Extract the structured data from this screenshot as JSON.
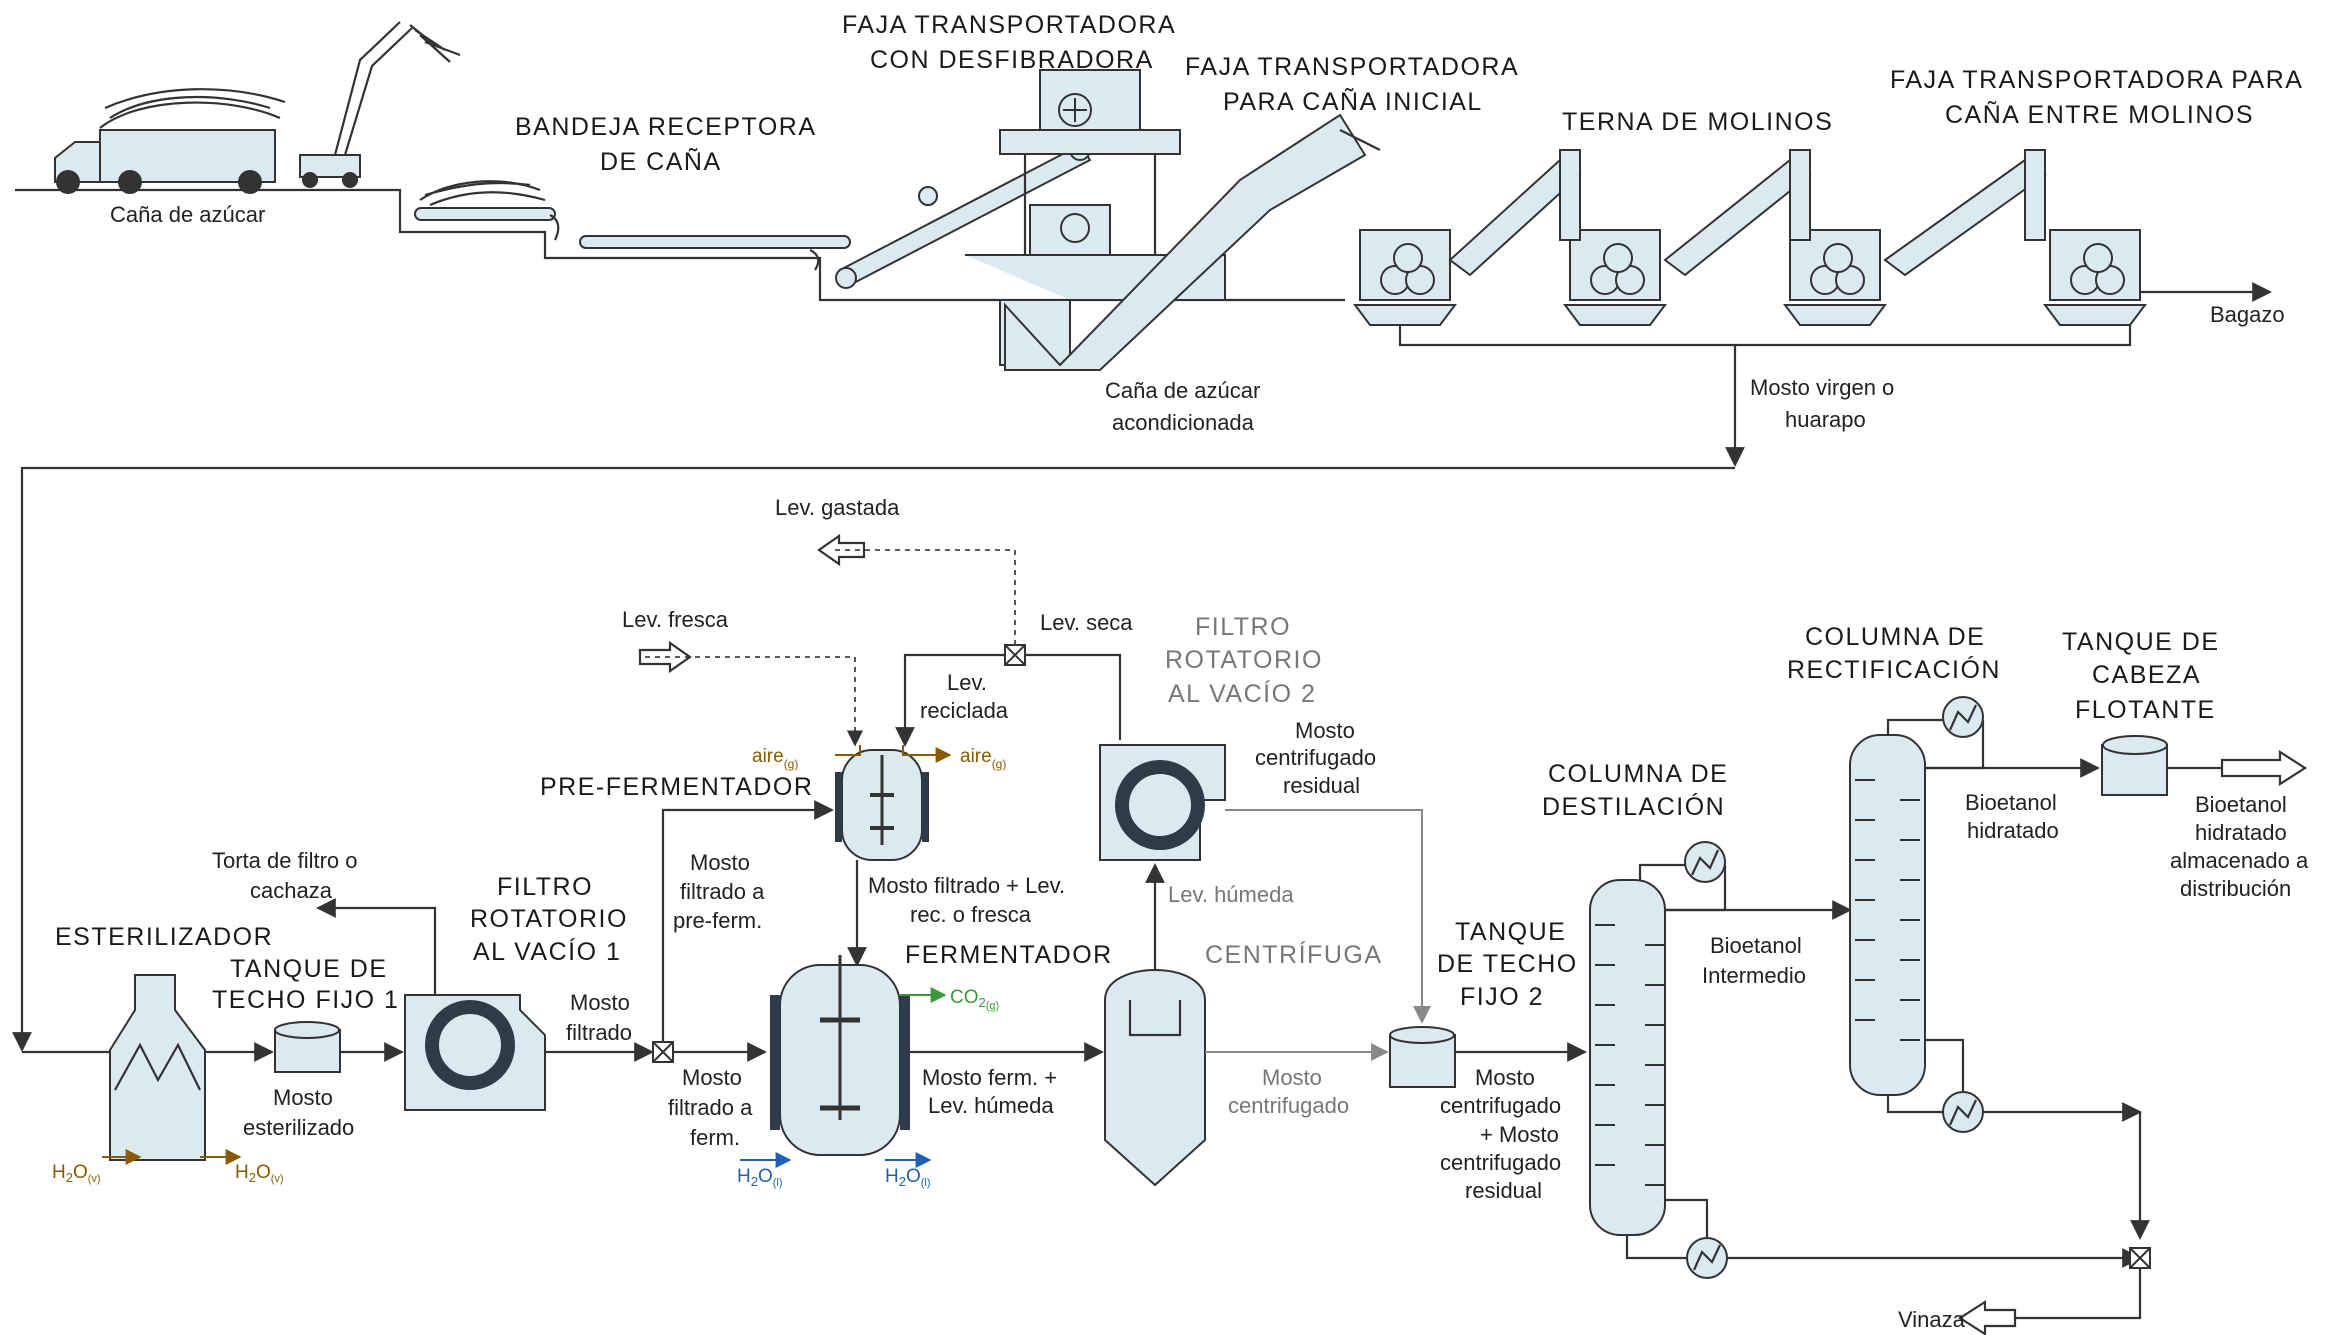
{
  "colors": {
    "equipment_fill": "#dbe9f1",
    "line": "#333333",
    "ring": "#2e3b48",
    "air_label": "#8a5a00",
    "water_in": "#1f5fb4",
    "co2_label": "#3a9a3a",
    "steam_label": "#8a5a00"
  },
  "top": {
    "cana_azucar": "Caña de azúcar",
    "bandeja_l1": "BANDEJA RECEPTORA",
    "bandeja_l2": "DE CAÑA",
    "faja_desf_l1": "FAJA TRANSPORTADORA",
    "faja_desf_l2": "CON DESFIBRADORA",
    "faja_inicial_l1": "FAJA TRANSPORTADORA",
    "faja_inicial_l2": "PARA CAÑA INICIAL",
    "terna_molinos": "TERNA DE MOLINOS",
    "faja_entre_l1": "FAJA TRANSPORTADORA PARA",
    "faja_entre_l2": "CAÑA ENTRE MOLINOS",
    "bagazo": "Bagazo",
    "cana_acond_l1": "Caña de azúcar",
    "cana_acond_l2": "acondicionada",
    "mosto_virgen_l1": "Mosto virgen o",
    "mosto_virgen_l2": "huarapo"
  },
  "bottom": {
    "esterilizador": "ESTERILIZADOR",
    "h2o_v": "H",
    "h2o_v2": "2",
    "h2o_v3": "O",
    "h2o_v_sub": "(v)",
    "tanque1_l1": "TANQUE DE",
    "tanque1_l2": "TECHO FIJO 1",
    "mosto_est_l1": "Mosto",
    "mosto_est_l2": "esterilizado",
    "torta_l1": "Torta de filtro o",
    "torta_l2": "cachaza",
    "filtro1_l1": "FILTRO",
    "filtro1_l2": "ROTATORIO",
    "filtro1_l3": "AL VACÍO 1",
    "mosto_filt_l1": "Mosto",
    "mosto_filt_l2": "filtrado",
    "mosto_pre_l1": "Mosto",
    "mosto_pre_l2": "filtrado a",
    "mosto_pre_l3": "pre-ferm.",
    "mosto_ferm_l1": "Mosto",
    "mosto_ferm_l2": "filtrado a",
    "mosto_ferm_l3": "ferm.",
    "pre_fermentador": "PRE-FERMENTADOR",
    "aire": "aire",
    "aire_sub": "(g)",
    "lev_fresca": "Lev. fresca",
    "lev_gastada": "Lev. gastada",
    "lev_seca": "Lev. seca",
    "lev_reciclada_l1": "Lev.",
    "lev_reciclada_l2": "reciclada",
    "mosto_lev_l1": "Mosto filtrado + Lev.",
    "mosto_lev_l2": "rec. o fresca",
    "fermentador": "FERMENTADOR",
    "co2": "CO",
    "co2_2": "2",
    "co2_sub": "(g)",
    "h2o_l_sub": "(l)",
    "filtro2_l1": "FILTRO",
    "filtro2_l2": "ROTATORIO",
    "filtro2_l3": "AL VACÍO 2",
    "mosto_cent_res_l1": "Mosto",
    "mosto_cent_res_l2": "centrifugado",
    "mosto_cent_res_l3": "residual",
    "lev_humeda": "Lev. húmeda",
    "mosto_fermlev_l1": "Mosto ferm. +",
    "mosto_fermlev_l2": "Lev. húmeda",
    "centrifuga": "CENTRÍFUGA",
    "mosto_centrif_l1": "Mosto",
    "mosto_centrif_l2": "centrifugado",
    "tanque2_l1": "TANQUE",
    "tanque2_l2": "DE TECHO",
    "tanque2_l3": "FIJO 2",
    "mosto_mix_l1": "Mosto",
    "mosto_mix_l2": "centrifugado",
    "mosto_mix_l3": "+ Mosto",
    "mosto_mix_l4": "centrifugado",
    "mosto_mix_l5": "residual",
    "destilacion_l1": "COLUMNA DE",
    "destilacion_l2": "DESTILACIÓN",
    "bioet_inter_l1": "Bioetanol",
    "bioet_inter_l2": "Intermedio",
    "rectificacion_l1": "COLUMNA DE",
    "rectificacion_l2": "RECTIFICACIÓN",
    "bioet_hid_l1": "Bioetanol",
    "bioet_hid_l2": "hidratado",
    "tanque_cab_l1": "TANQUE DE",
    "tanque_cab_l2": "CABEZA",
    "tanque_cab_l3": "FLOTANTE",
    "almacen_l1": "Bioetanol",
    "almacen_l2": "hidratado",
    "almacen_l3": "almacenado a",
    "almacen_l4": "distribución",
    "vinaza": "Vinaza"
  }
}
